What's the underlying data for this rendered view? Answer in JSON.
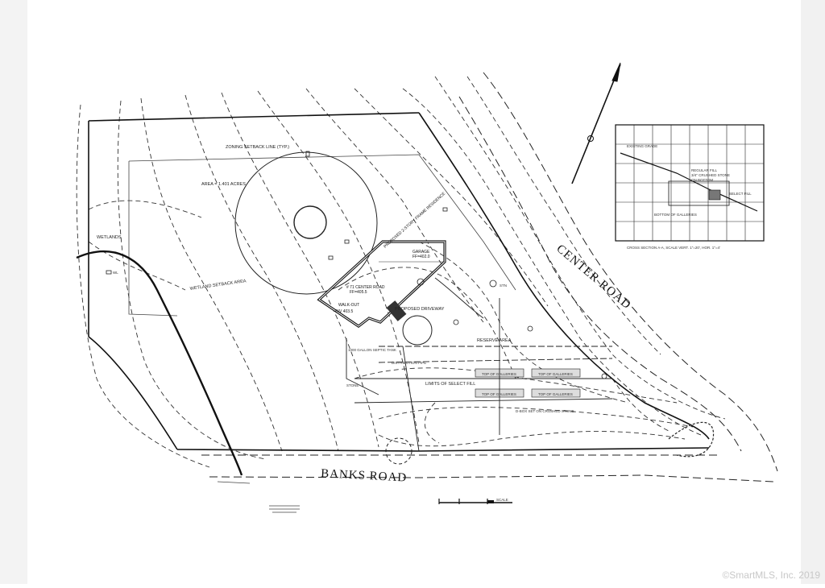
{
  "roads": {
    "center": "CENTER ROAD",
    "banks": "BANKS ROAD"
  },
  "house": {
    "label": "PROPOSED 2-STORY FRAME RESIDENCE",
    "address": "# 71 CENTER ROAD",
    "garage": "GARAGE",
    "ff_garage": "FF=402.0",
    "ff_main": "FF=405.5",
    "walkout": "WALK-OUT",
    "inv": "INV 403.5"
  },
  "labels": {
    "driveway": "PROPOSED DRIVEWAY",
    "zoning_setback": "ZONING SETBACK LINE (TYP.)",
    "wetland_setback": "WETLAND SETBACK AREA",
    "wetlands": "WETLANDS",
    "reserve_area": "RESERVE AREA",
    "limits_fill": "LIMITS OF SELECT FILL",
    "top_gallery": "TOP OF GALLERIES",
    "distribution_pipe": "DISTRIBUTION PIPE",
    "septic_tank": "1000 GALLON SEPTIC TANK",
    "stone": "STONE",
    "area_note": "AREA = 1.401 ACRES",
    "wl": "WL",
    "d_box": "D-BOX SET ON CRUSHED STONE",
    "stn": "STN"
  },
  "cross_section": {
    "caption": "CROSS SECTION A-A, SCALE VERT. 1\"=20', HOR. 1\"=4'",
    "existing_grade": "EXISTING GRADE",
    "select_fill": "SELECT FILL",
    "bottom_galleries": "BOTTOM OF GALLERIES",
    "notes": [
      "REGULAR FILL",
      "3/4\" CRUSHED STONE",
      "ON BOTTOM"
    ]
  },
  "scale_label": "SCALE",
  "copyright": "©SmartMLS, Inc. 2019"
}
